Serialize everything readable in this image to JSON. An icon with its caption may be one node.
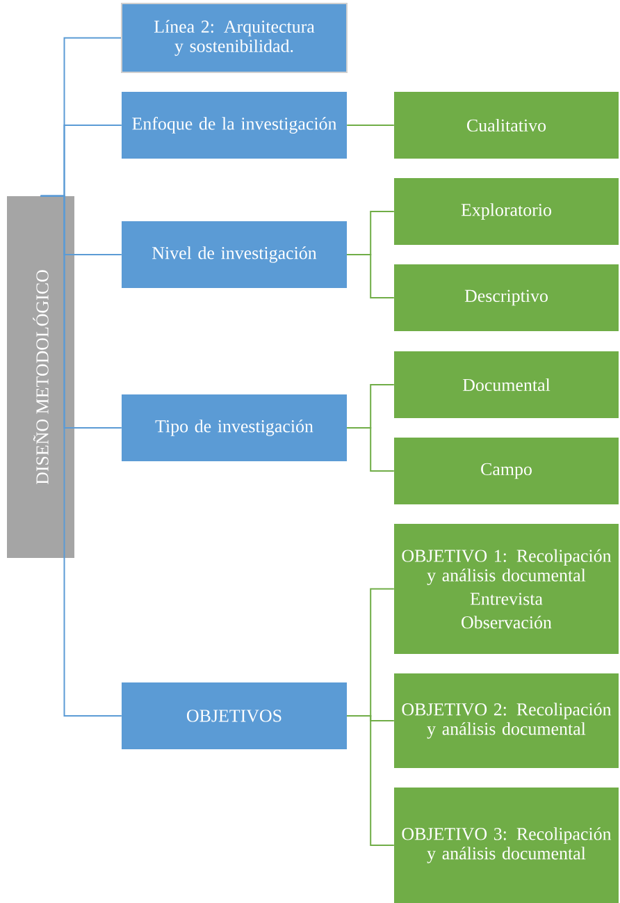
{
  "diagram": {
    "nodes": [
      {
        "text": [
          "DISEÑO METODOLÓGICO"
        ]
      },
      {
        "text": [
          "Línea 2: Arquitectura y sostenibilidad."
        ]
      },
      {
        "text": [
          "Enfoque de la investigación"
        ]
      },
      {
        "text": [
          "Cualitativo"
        ]
      },
      {
        "text": [
          "Nivel de investigación"
        ]
      },
      {
        "text": [
          "Exploratorio"
        ]
      },
      {
        "text": [
          "Descriptivo"
        ]
      },
      {
        "text": [
          "Tipo de investigación"
        ]
      },
      {
        "text": [
          "Documental"
        ]
      },
      {
        "text": [
          "Campo"
        ]
      },
      {
        "text": [
          "OBJETIVOS"
        ]
      },
      {
        "text": [
          "OBJETIVO 1: Recolipación y análisis documental",
          "Entrevista",
          "Observación"
        ]
      },
      {
        "text": [
          "OBJETIVO 2: Recolipación y análisis documental"
        ]
      },
      {
        "text": [
          "OBJETIVO 3: Recolipación y análisis documental"
        ]
      }
    ],
    "edges": [
      {
        "from": 0,
        "to": 1,
        "arrow": "none",
        "color": "#5b9bd5"
      },
      {
        "from": 0,
        "to": 2,
        "arrow": "none",
        "color": "#5b9bd5"
      },
      {
        "from": 0,
        "to": 4,
        "arrow": "none",
        "color": "#5b9bd5"
      },
      {
        "from": 0,
        "to": 7,
        "arrow": "none",
        "color": "#5b9bd5"
      },
      {
        "from": 0,
        "to": 10,
        "arrow": "none",
        "color": "#5b9bd5"
      },
      {
        "from": 2,
        "to": 3,
        "arrow": "none"
      },
      {
        "from": 4,
        "to": 5,
        "arrow": "none"
      },
      {
        "from": 4,
        "to": 6,
        "arrow": "none"
      },
      {
        "from": 7,
        "to": 8,
        "arrow": "none"
      },
      {
        "from": 7,
        "to": 9,
        "arrow": "none"
      },
      {
        "from": 10,
        "to": 11,
        "arrow": "none"
      },
      {
        "from": 10,
        "to": 12,
        "arrow": "none"
      },
      {
        "from": 10,
        "to": 13,
        "arrow": "none"
      }
    ]
  }
}
